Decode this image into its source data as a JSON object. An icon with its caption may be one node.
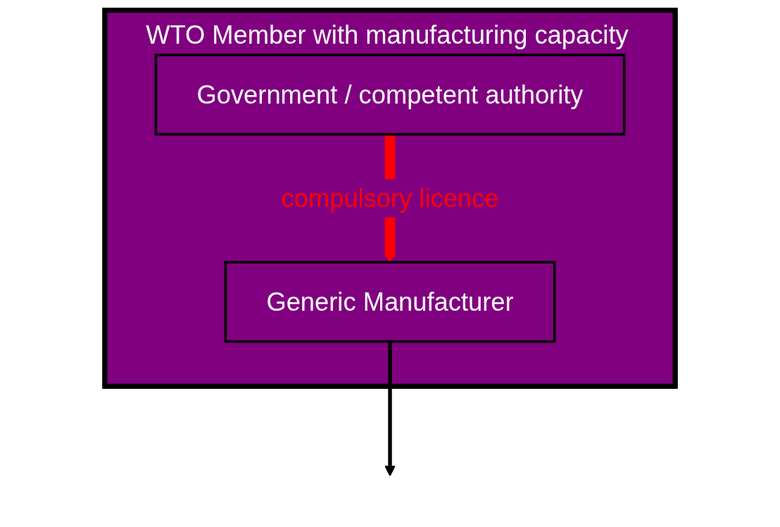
{
  "diagram": {
    "nodes": [
      {
        "text": [
          "WTO Member with manufacturing capacity"
        ]
      },
      {
        "text": [
          "Government / competent authority"
        ],
        "in": 0
      },
      {
        "text": [
          "Generic Manufacturer"
        ],
        "in": 0
      }
    ],
    "edges": [
      {
        "from": 1,
        "to": 2,
        "arrow": "to",
        "label": "compulsory licence",
        "style": "thick",
        "color": "#ff0000"
      },
      {
        "from": 2,
        "to": null,
        "arrow": "to",
        "color": "#000000"
      }
    ]
  }
}
